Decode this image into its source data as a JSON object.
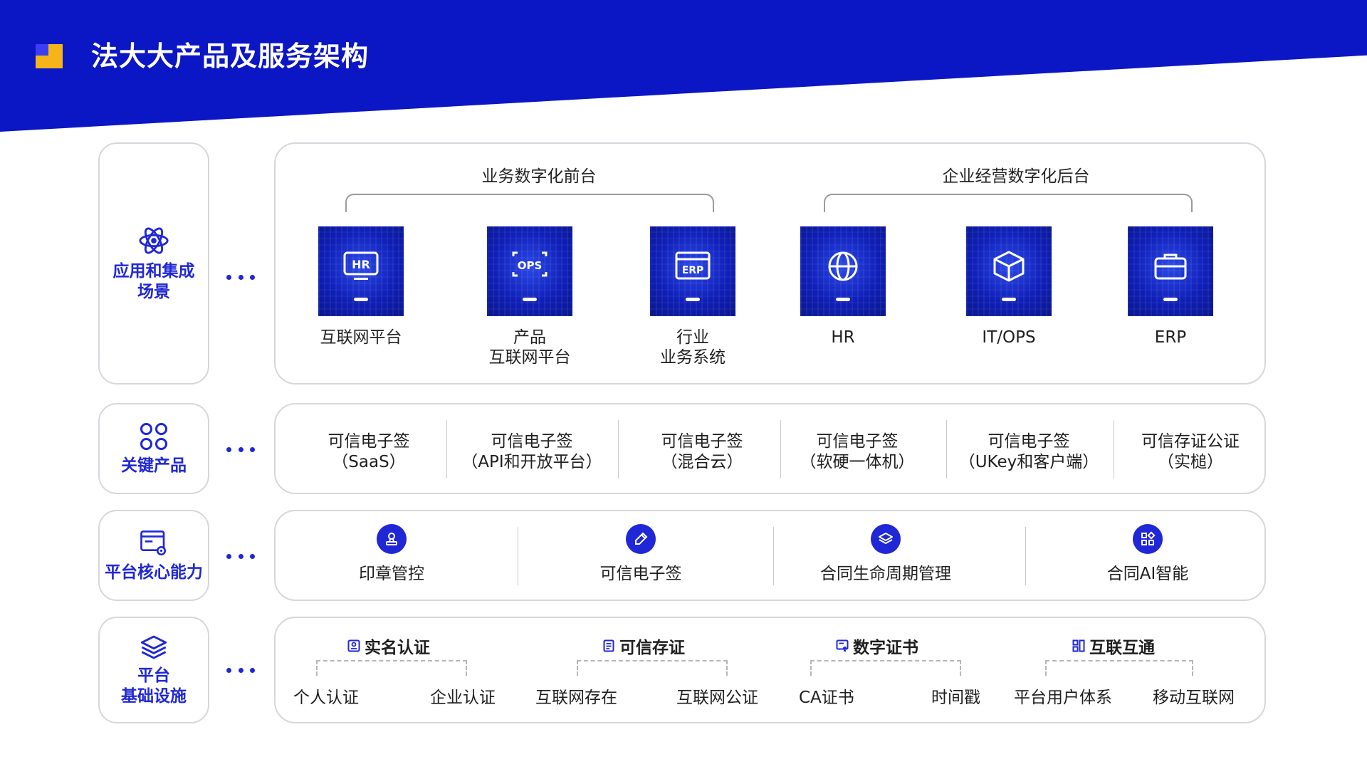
{
  "page": {
    "title": "法大大产品及服务架构"
  },
  "rows": {
    "scenario": {
      "label": "应用和集成\n场景",
      "icon": "atom-icon",
      "front_title": "业务数字化前台",
      "back_title": "企业经营数字化后台",
      "apps": [
        {
          "label": "互联网平台",
          "glyph": "HR",
          "icon": "hr-monitor-icon"
        },
        {
          "label": "产品\n互联网平台",
          "glyph": "OPS",
          "icon": "ops-monitor-icon"
        },
        {
          "label": "行业\n业务系统",
          "glyph": "ERP",
          "icon": "erp-window-icon"
        },
        {
          "label": "HR",
          "icon": "globe-icon"
        },
        {
          "label": "IT/OPS",
          "icon": "cube-icon"
        },
        {
          "label": "ERP",
          "icon": "briefcase-icon"
        }
      ]
    },
    "key_products": {
      "label": "关键产品",
      "icon": "grid-four-icon",
      "items": [
        "可信电子签\n（SaaS）",
        "可信电子签\n（API和开放平台）",
        "可信电子签\n（混合云）",
        "可信电子签\n（软硬一体机）",
        "可信电子签\n（UKey和客户端）",
        "可信存证公证\n（实槌）"
      ]
    },
    "core": {
      "label": "平台核心能力",
      "icon": "settings-window-icon",
      "items": [
        {
          "label": "印章管控",
          "icon": "stamp-icon"
        },
        {
          "label": "可信电子签",
          "icon": "pen-sign-icon"
        },
        {
          "label": "合同生命周期管理",
          "icon": "layers-icon"
        },
        {
          "label": "合同AI智能",
          "icon": "apps-icon"
        }
      ]
    },
    "infra": {
      "label": "平台\n基础设施",
      "icon": "stack-icon",
      "groups": [
        {
          "title": "实名认证",
          "icon": "id-card-icon",
          "items": [
            "个人认证",
            "企业认证"
          ]
        },
        {
          "title": "可信存证",
          "icon": "document-icon",
          "items": [
            "互联网存在",
            "互联网公证"
          ]
        },
        {
          "title": "数字证书",
          "icon": "certificate-icon",
          "items": [
            "CA证书",
            "时间戳"
          ]
        },
        {
          "title": "互联互通",
          "icon": "connect-icon",
          "items": [
            "平台用户体系",
            "移动互联网"
          ]
        }
      ]
    }
  },
  "colors": {
    "brand_blue": "#0b16c4",
    "accent_blue": "#1f27d6",
    "logo_yellow": "#f5b51a"
  }
}
